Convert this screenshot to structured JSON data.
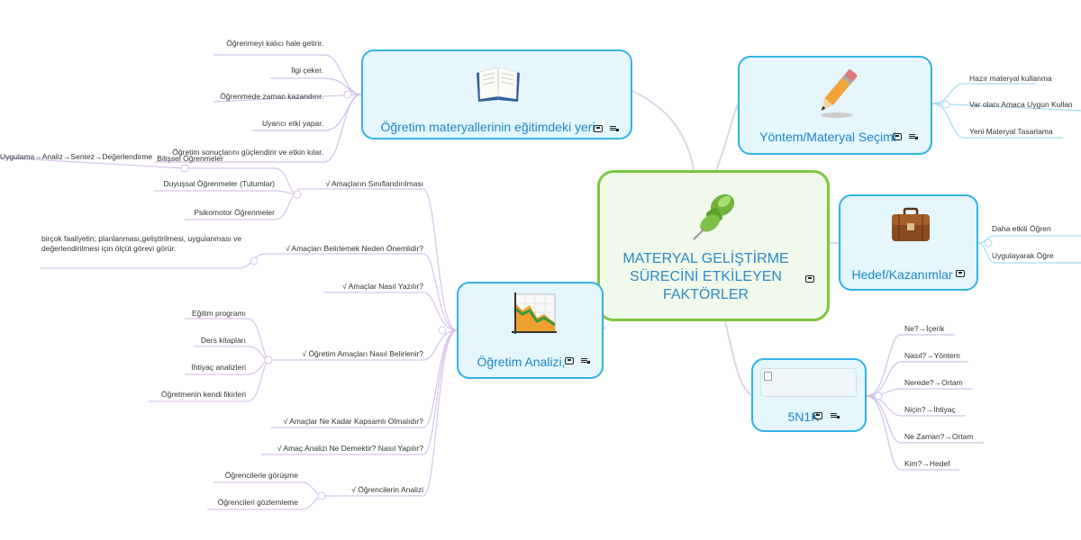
{
  "central": {
    "title": "MATERYAL GELİŞTİRME SÜRECİNİ ETKİLEYEN FAKTÖRLER",
    "icon": "pushpin-icon"
  },
  "nodes": {
    "materials": {
      "title": "Öğretim materyallerinin eğitimdeki yeri",
      "icon": "book-icon",
      "leaves": [
        "Öğrenmeyi kalıcı hale getirir.",
        "İlgi çeker.",
        "Öğrenmede zaman kazandırır.",
        "Uyarıcı etki yapar.",
        "Öğretim sonuçlarını güçlendirir ve etkin kılar."
      ]
    },
    "method": {
      "title": "Yöntem/Materyal Seçimi",
      "icon": "pencil-icon",
      "leaves": [
        "Hazır materyal kullanma",
        "Var olanı Amaca Uygun Kullan",
        "Yeni Materyal Tasarlama"
      ]
    },
    "goals": {
      "title": "Hedef/Kazanımlar",
      "icon": "briefcase-icon",
      "leaves": [
        "Daha etkili Öğren",
        "Uygulayarak Öğre"
      ]
    },
    "fivew": {
      "title": "5N1K",
      "icon": "broken-image-icon",
      "leaves": [
        "Ne?→İçerik",
        "Nasıl?→Yöntem",
        "Nerede?→Ortam",
        "Niçin?→İhtiyaç",
        "Ne Zaman?→Ortam",
        "Kim?→Hedef"
      ]
    },
    "analysis": {
      "title": "Öğretim Analizi,",
      "icon": "chart-icon",
      "items": [
        {
          "label": "√ Amaçların Sınıflandırılması",
          "children": [
            "Bilişsel Öğrenmeler",
            "Duyuşsal Öğrenmeler (Tutumlar)",
            "Psikomotor Öğrenmeler"
          ]
        },
        {
          "label": "√ Amaçları Belirlemek Neden Önemlidir?",
          "children": [
            "birçok faaliyetin;  planlanması,geliştirilmesi, uygulanması ve değerlendirilmesi için ölçüt görevi görür."
          ]
        },
        {
          "label": "√  Amaçlar Nasıl Yazılır?",
          "children": []
        },
        {
          "label": "√ Öğretim Amaçları Nasıl Belirlenir?",
          "children": [
            "Eğitim programı",
            "Ders kitapları",
            "İhtiyaç analizleri",
            "Öğretmenin kendi fikirleri"
          ]
        },
        {
          "label": "√ Amaçlar Ne Kadar Kapsamlı Olmalıdır?",
          "children": []
        },
        {
          "label": "√ Amaç Analizi Ne Demektir? Nasıl Yapılır?",
          "children": []
        },
        {
          "label": "√  Öğrencilerin Analizi",
          "children": [
            "Öğrencilerle görüşme",
            "Öğrencileri gözlemleme"
          ]
        }
      ],
      "sub_leaf": "Uygulama→Analiz→Sentez→Değerlendirme"
    }
  },
  "colors": {
    "central_border": "#7bc744",
    "node_border": "#32b3e4",
    "node_text": "#1b86c7",
    "link_right": "#a6dbef",
    "link_left": "#d9c3ea"
  }
}
